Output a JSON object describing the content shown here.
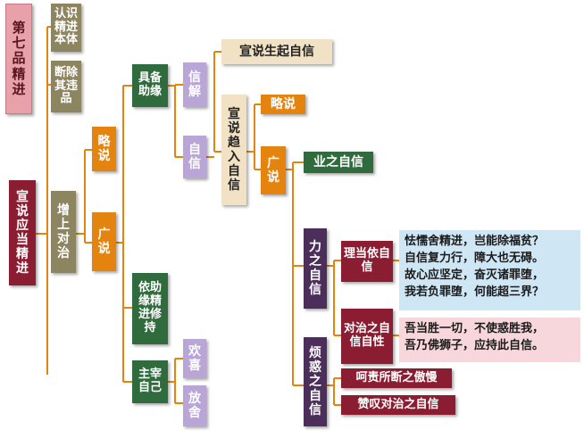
{
  "nodes": {
    "chapter": "第七品 精进",
    "root": "宣说应当精进",
    "recognize": "认识精进本体",
    "remove": "断除其违品",
    "increase": "增上对治",
    "brief1": "略说",
    "broad1": "广说",
    "equip": "具备助缘",
    "rely": "依助缘精进修持",
    "master": "主宰自己",
    "faith": "信解",
    "selfconf": "自信",
    "joy": "欢喜",
    "release": "放舍",
    "arise": "宣说生起自信",
    "enter": "宣说趋入自信",
    "brief2": "略说",
    "broad2": "广说",
    "karma": "业之自信",
    "power": "力之自信",
    "afflict": "烦惑之自信",
    "reason": "理当依自信",
    "antidote": "对治之自信自性",
    "scold": "呵责所断之傲慢",
    "praise": "赞叹对治之自信"
  },
  "verses": {
    "blue": [
      "怯懦舍精进，岂能除福贫？",
      "自信复力行，障大也无碍。",
      "故心应坚定，奋灭诸罪堕，",
      "我若负罪堕，何能超三界？"
    ],
    "pink": [
      "吾当胜一切，不使惑胜我，",
      "吾乃佛狮子，应持此自信。"
    ]
  },
  "colors": {
    "line": "#e5830f",
    "pink": "#e8a0a9",
    "maroon": "#8b1d32",
    "khaki": "#8d8460",
    "orange": "#e5830f",
    "green": "#2f6b3c",
    "lavender": "#b9a5d6",
    "tan": "#f2e2c5",
    "purple": "#4b2f5a",
    "verse_blue": "#cfe6f5",
    "verse_pink": "#f8d7dc"
  }
}
